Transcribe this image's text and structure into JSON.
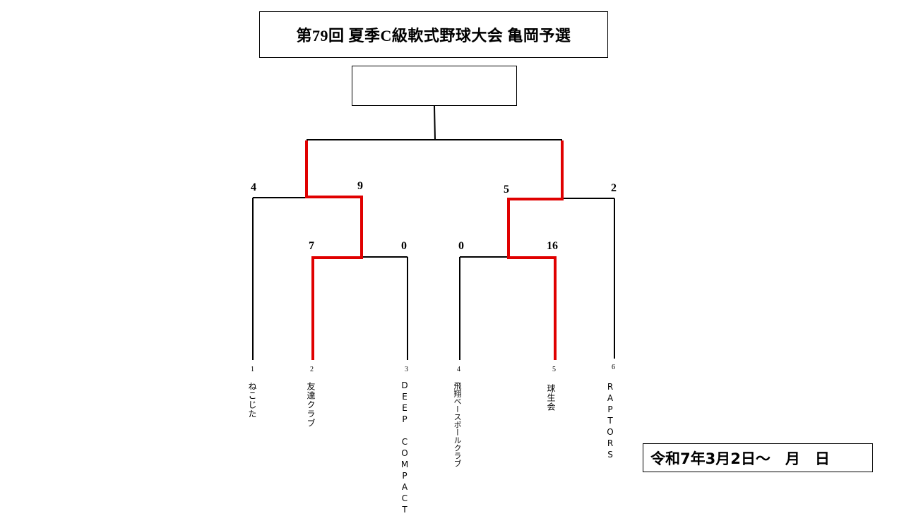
{
  "title": "第79回 夏季C級軟式野球大会 亀岡予選",
  "champion": "",
  "date_text": "令和7年3月2日～　月　日",
  "colors": {
    "line": "#000000",
    "winner_path": "#e00000"
  },
  "teams": [
    {
      "seed": "1",
      "name": "ねこじた"
    },
    {
      "seed": "2",
      "name": "友達クラブ"
    },
    {
      "seed": "3",
      "name": "DEEP COMPACT"
    },
    {
      "seed": "4",
      "name": "飛翔ベースボールクラブ"
    },
    {
      "seed": "5",
      "name": "球生会"
    },
    {
      "seed": "6",
      "name": "RAPTORS"
    }
  ],
  "round1": {
    "left": {
      "score_a": "7",
      "score_b": "0"
    },
    "right": {
      "score_a": "0",
      "score_b": "16"
    }
  },
  "semifinal": {
    "left": {
      "score_a": "4",
      "score_b": "9"
    },
    "right": {
      "score_a": "5",
      "score_b": "2"
    }
  }
}
